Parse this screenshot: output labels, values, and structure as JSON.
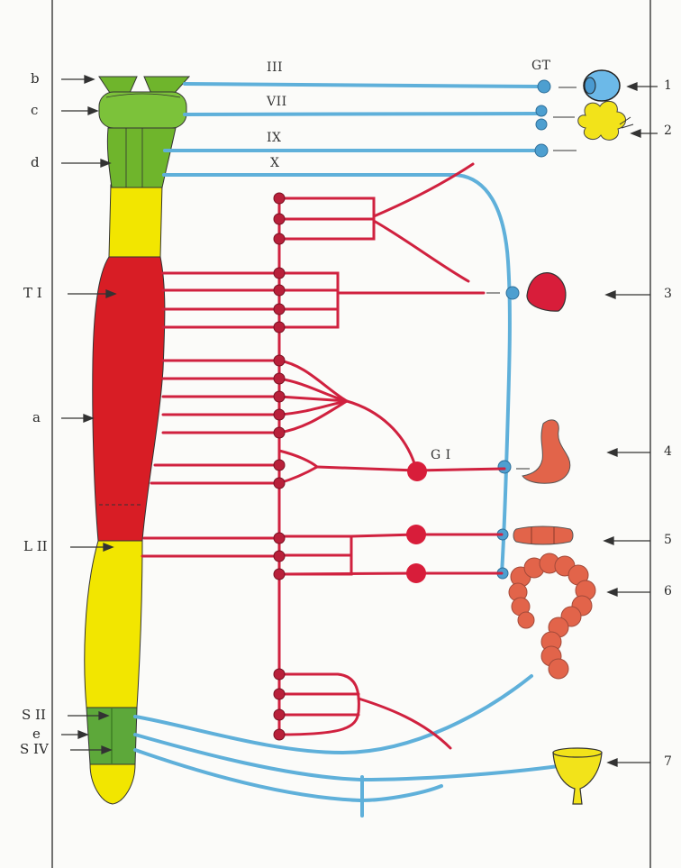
{
  "left_labels": {
    "b": "b",
    "c": "c",
    "d": "d",
    "t1": "T I",
    "a": "a",
    "l2": "L II",
    "s2": "S II",
    "e": "e",
    "s4": "S IV"
  },
  "nerve_labels": {
    "iii": "III",
    "vii": "VII",
    "ix": "IX",
    "x": "X"
  },
  "ganglion_labels": {
    "gt": "GT",
    "gi": "G I"
  },
  "organ_numbers": [
    "1",
    "2",
    "3",
    "4",
    "5",
    "6",
    "7"
  ],
  "colors": {
    "sympathetic": "#d0213f",
    "parasympathetic": "#5fb0da",
    "brainstem": "#6fb52c",
    "cord_yellow": "#f2e600",
    "cord_red": "#d81d25",
    "organ_orange": "#e2644a",
    "eye": "#6cb9e8",
    "gland": "#f2e31a"
  },
  "organs": [
    {
      "number": "1",
      "icon": "eye-icon"
    },
    {
      "number": "2",
      "icon": "salivary-gland-icon"
    },
    {
      "number": "3",
      "icon": "heart-icon"
    },
    {
      "number": "4",
      "icon": "stomach-icon"
    },
    {
      "number": "5",
      "icon": "small-intestine-icon"
    },
    {
      "number": "6",
      "icon": "colon-icon"
    },
    {
      "number": "7",
      "icon": "bladder-icon"
    }
  ]
}
